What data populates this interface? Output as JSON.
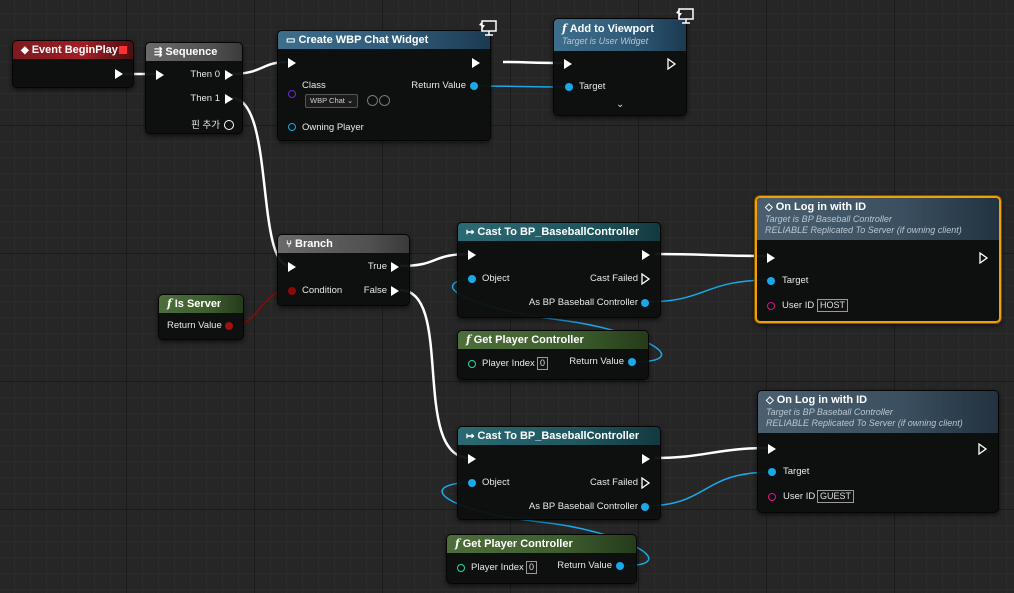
{
  "nodes": {
    "event_begin_play": {
      "title": "Event BeginPlay"
    },
    "sequence": {
      "title": "Sequence",
      "pin_then0": "Then 0",
      "pin_then1": "Then 1",
      "add_pin": "핀 추가"
    },
    "create_widget": {
      "title": "Create WBP Chat Widget",
      "pin_class": "Class",
      "class_value": "WBP Chat",
      "pin_return": "Return Value",
      "pin_owning_player": "Owning Player"
    },
    "add_to_viewport": {
      "title": "Add to Viewport",
      "subtitle": "Target is User Widget",
      "pin_target": "Target"
    },
    "branch": {
      "title": "Branch",
      "pin_condition": "Condition",
      "pin_true": "True",
      "pin_false": "False"
    },
    "is_server": {
      "title": "Is Server",
      "pin_return": "Return Value"
    },
    "cast_top": {
      "title": "Cast To BP_BaseballController",
      "pin_object": "Object",
      "pin_cast_failed": "Cast Failed",
      "pin_as": "As BP Baseball Controller"
    },
    "get_pc_top": {
      "title": "Get Player Controller",
      "pin_index": "Player Index",
      "index_value": "0",
      "pin_return": "Return Value"
    },
    "login_top": {
      "title": "On Log in with ID",
      "subtitle1": "Target is BP Baseball Controller",
      "subtitle2": "RELIABLE Replicated To Server (if owning client)",
      "pin_target": "Target",
      "pin_user_id": "User ID",
      "user_id_value": "HOST"
    },
    "cast_bottom": {
      "title": "Cast To BP_BaseballController",
      "pin_object": "Object",
      "pin_cast_failed": "Cast Failed",
      "pin_as": "As BP Baseball Controller"
    },
    "get_pc_bottom": {
      "title": "Get Player Controller",
      "pin_index": "Player Index",
      "index_value": "0",
      "pin_return": "Return Value"
    },
    "login_bottom": {
      "title": "On Log in with ID",
      "subtitle1": "Target is BP Baseball Controller",
      "subtitle2": "RELIABLE Replicated To Server (if owning client)",
      "pin_target": "Target",
      "pin_user_id": "User ID",
      "user_id_value": "GUEST"
    }
  },
  "colors": {
    "exec_wire": "#ffffff",
    "object_wire": "#1aa8e8",
    "bool_wire": "#8c0a0a",
    "selected_border": "#f0a000",
    "event_header": "#a01e24",
    "function_header": "#2e5a78",
    "cast_header": "#1f5660",
    "pure_header": "#3e5e2e"
  }
}
